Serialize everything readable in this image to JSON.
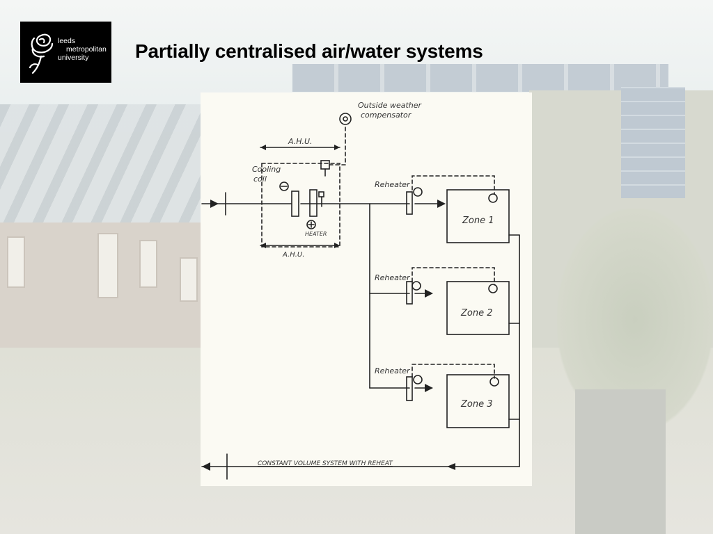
{
  "logo": {
    "line1": "leeds",
    "line2": "metropolitan",
    "line3": "university"
  },
  "slide": {
    "title": "Partially centralised air/water systems"
  },
  "diagram": {
    "compensator_label_1": "Outside weather",
    "compensator_label_2": "compensator",
    "ahu_top": "A.H.U.",
    "ahu_bottom": "A.H.U.",
    "cooling_coil_1": "Cooling",
    "cooling_coil_2": "coil",
    "heater": "HEATER",
    "reheater_1": "Reheater",
    "reheater_2": "Reheater",
    "reheater_3": "Reheater",
    "zone_1": "Zone 1",
    "zone_2": "Zone 2",
    "zone_3": "Zone 3",
    "caption": "CONSTANT VOLUME SYSTEM WITH REHEAT",
    "colors": {
      "pencil": "#222222",
      "caption": "#555555",
      "paper": "#fbfaf3"
    }
  }
}
